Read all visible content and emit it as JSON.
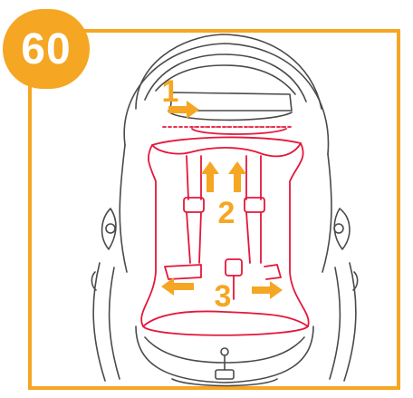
{
  "step": {
    "number": "60"
  },
  "callouts": {
    "one": "1",
    "two": "2",
    "three": "3"
  },
  "colors": {
    "accent": "#f5a623",
    "line": "#4a4a4a",
    "highlight": "#e4173b",
    "frame": "#f5a623"
  },
  "icons": [
    "arrow-right-icon",
    "arrow-up-icon",
    "arrow-left-icon"
  ]
}
